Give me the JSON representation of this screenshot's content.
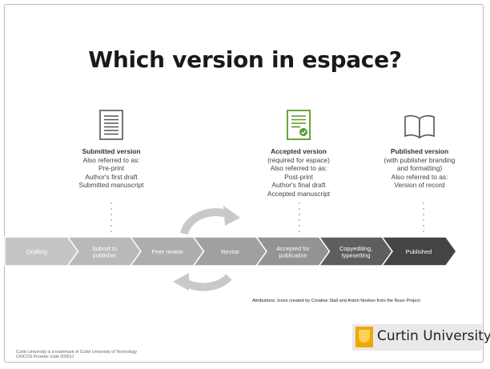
{
  "title": "Which version in espace?",
  "versions": [
    {
      "heading": "Submitted version",
      "lines": [
        "Also referred to as:",
        "Pre-print",
        "Author's first draft",
        "Submitted manuscript"
      ]
    },
    {
      "heading": "Accepted version",
      "lines": [
        "(required for espace)",
        "Also referred to as:",
        "Post-print",
        "Author's final draft",
        "Accepted manuscript"
      ]
    },
    {
      "heading": "Published version",
      "lines": [
        "(with publisher branding",
        "and formatting)",
        "Also referred to as:",
        "Version of record"
      ]
    }
  ],
  "icons": [
    "document-icon",
    "accepted-document-icon",
    "open-book-icon",
    "cycle-arrows-icon",
    "university-shield-icon"
  ],
  "process_steps": [
    {
      "label": [
        "Drafting"
      ],
      "color": "#c5c5c5"
    },
    {
      "label": [
        "Submit to",
        "publisher"
      ],
      "color": "#b9b9b9"
    },
    {
      "label": [
        "Peer review"
      ],
      "color": "#adadad"
    },
    {
      "label": [
        "Revise"
      ],
      "color": "#a0a0a0"
    },
    {
      "label": [
        "Accepted for",
        "publication"
      ],
      "color": "#939393"
    },
    {
      "label": [
        "Copyediting,",
        "typesetting"
      ],
      "color": "#5e5e5e"
    },
    {
      "label": [
        "Published"
      ],
      "color": "#444444"
    }
  ],
  "attribution": "Attributions: Icons created by Creative Stall and Anton Noskov from the Noun Project",
  "logo": {
    "name": "Curtin University",
    "shield_color": "#f0a800"
  },
  "footer": [
    "Curtin University is a trademark of Curtin University of Technology",
    "CRICOS Provider code 00301J"
  ],
  "accent_green": "#5a9a28"
}
